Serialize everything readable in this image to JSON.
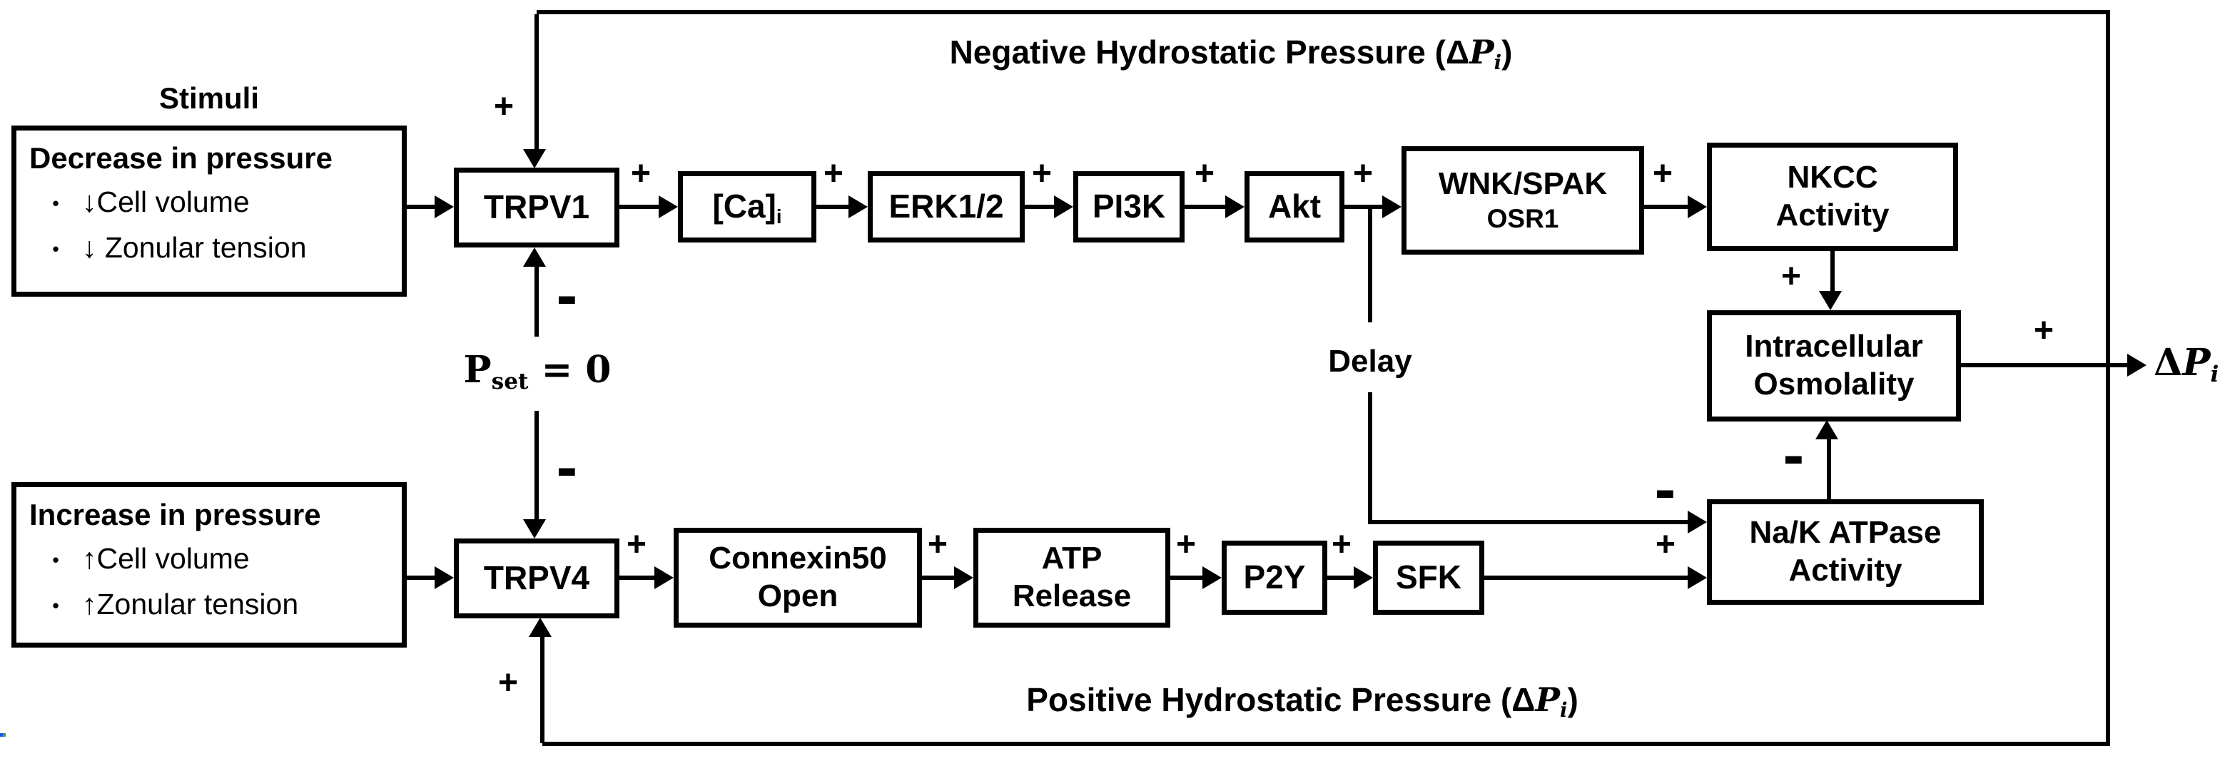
{
  "diagram": {
    "stimuli_title": "Stimuli",
    "decrease_box": {
      "title": "Decrease in pressure",
      "bullet_glyph": "•",
      "bullets": [
        "↓Cell volume",
        "↓ Zonular tension"
      ]
    },
    "increase_box": {
      "title": "Increase in pressure",
      "bullet_glyph": "•",
      "bullets": [
        "↑Cell volume",
        "↑Zonular tension"
      ]
    },
    "nodes": {
      "trpv1": "TRPV1",
      "ca": {
        "base": "[Ca]",
        "sub": "i"
      },
      "erk": "ERK1/2",
      "pi3k": "PI3K",
      "akt": "Akt",
      "wnk": {
        "line1": "WNK/SPAK",
        "line2": "OSR1"
      },
      "nkcc": {
        "line1": "NKCC",
        "line2": "Activity"
      },
      "osmolality": {
        "line1": "Intracellular",
        "line2": "Osmolality"
      },
      "nakatpase": {
        "line1": "Na/K ATPase",
        "line2": "Activity"
      },
      "trpv4": "TRPV4",
      "connexin": {
        "line1": "Connexin50",
        "line2": "Open"
      },
      "atp": {
        "line1": "ATP",
        "line2": "Release"
      },
      "p2y": "P2Y",
      "sfk": "SFK"
    },
    "labels": {
      "delay": "Delay",
      "pset": {
        "base": "P",
        "sub": "set",
        "eq": "= 0"
      },
      "output_dpi": {
        "delta": "Δ",
        "p": "P",
        "sub": "i"
      },
      "banner_top": {
        "prefix": "Negative Hydrostatic Pressure (",
        "delta": "Δ",
        "p": "P",
        "sub": "i",
        "suffix": ")"
      },
      "banner_bottom": {
        "prefix": "Positive Hydrostatic Pressure (",
        "delta": "Δ",
        "p": "P",
        "sub": "i",
        "suffix": ")"
      }
    },
    "colors": {
      "line": "#000000",
      "background": "#ffffff",
      "text": "#000000",
      "artifact_blue": "#2b50f0",
      "artifact_green": "#2fae3c"
    }
  },
  "edges": [
    {
      "from": "Decrease in pressure",
      "to": "TRPV1",
      "sign": ""
    },
    {
      "from": "TRPV1",
      "to": "[Ca]i",
      "sign": "+"
    },
    {
      "from": "[Ca]i",
      "to": "ERK1/2",
      "sign": "+"
    },
    {
      "from": "ERK1/2",
      "to": "PI3K",
      "sign": "+"
    },
    {
      "from": "PI3K",
      "to": "Akt",
      "sign": "+"
    },
    {
      "from": "Akt",
      "to": "WNK/SPAK OSR1",
      "sign": "+"
    },
    {
      "from": "WNK/SPAK OSR1",
      "to": "NKCC Activity",
      "sign": "+"
    },
    {
      "from": "NKCC Activity",
      "to": "Intracellular Osmolality",
      "sign": "+"
    },
    {
      "from": "Intracellular Osmolality",
      "to": "ΔPi",
      "sign": "+"
    },
    {
      "from": "ΔPi via Negative Hydrostatic Pressure loop",
      "to": "TRPV1",
      "sign": "+"
    },
    {
      "from": "Pset = 0",
      "to": "TRPV1",
      "sign": "-"
    },
    {
      "from": "Pset = 0",
      "to": "TRPV4",
      "sign": "-"
    },
    {
      "from": "Increase in pressure",
      "to": "TRPV4",
      "sign": ""
    },
    {
      "from": "TRPV4",
      "to": "Connexin50 Open",
      "sign": "+"
    },
    {
      "from": "Connexin50 Open",
      "to": "ATP Release",
      "sign": "+"
    },
    {
      "from": "ATP Release",
      "to": "P2Y",
      "sign": "+"
    },
    {
      "from": "P2Y",
      "to": "SFK",
      "sign": "+"
    },
    {
      "from": "SFK",
      "to": "Na/K ATPase Activity",
      "sign": "+"
    },
    {
      "from": "Akt via Delay",
      "to": "Na/K ATPase Activity",
      "sign": "-"
    },
    {
      "from": "Na/K ATPase Activity",
      "to": "Intracellular Osmolality",
      "sign": "-"
    },
    {
      "from": "ΔPi via Positive Hydrostatic Pressure loop",
      "to": "TRPV4",
      "sign": "+"
    }
  ]
}
